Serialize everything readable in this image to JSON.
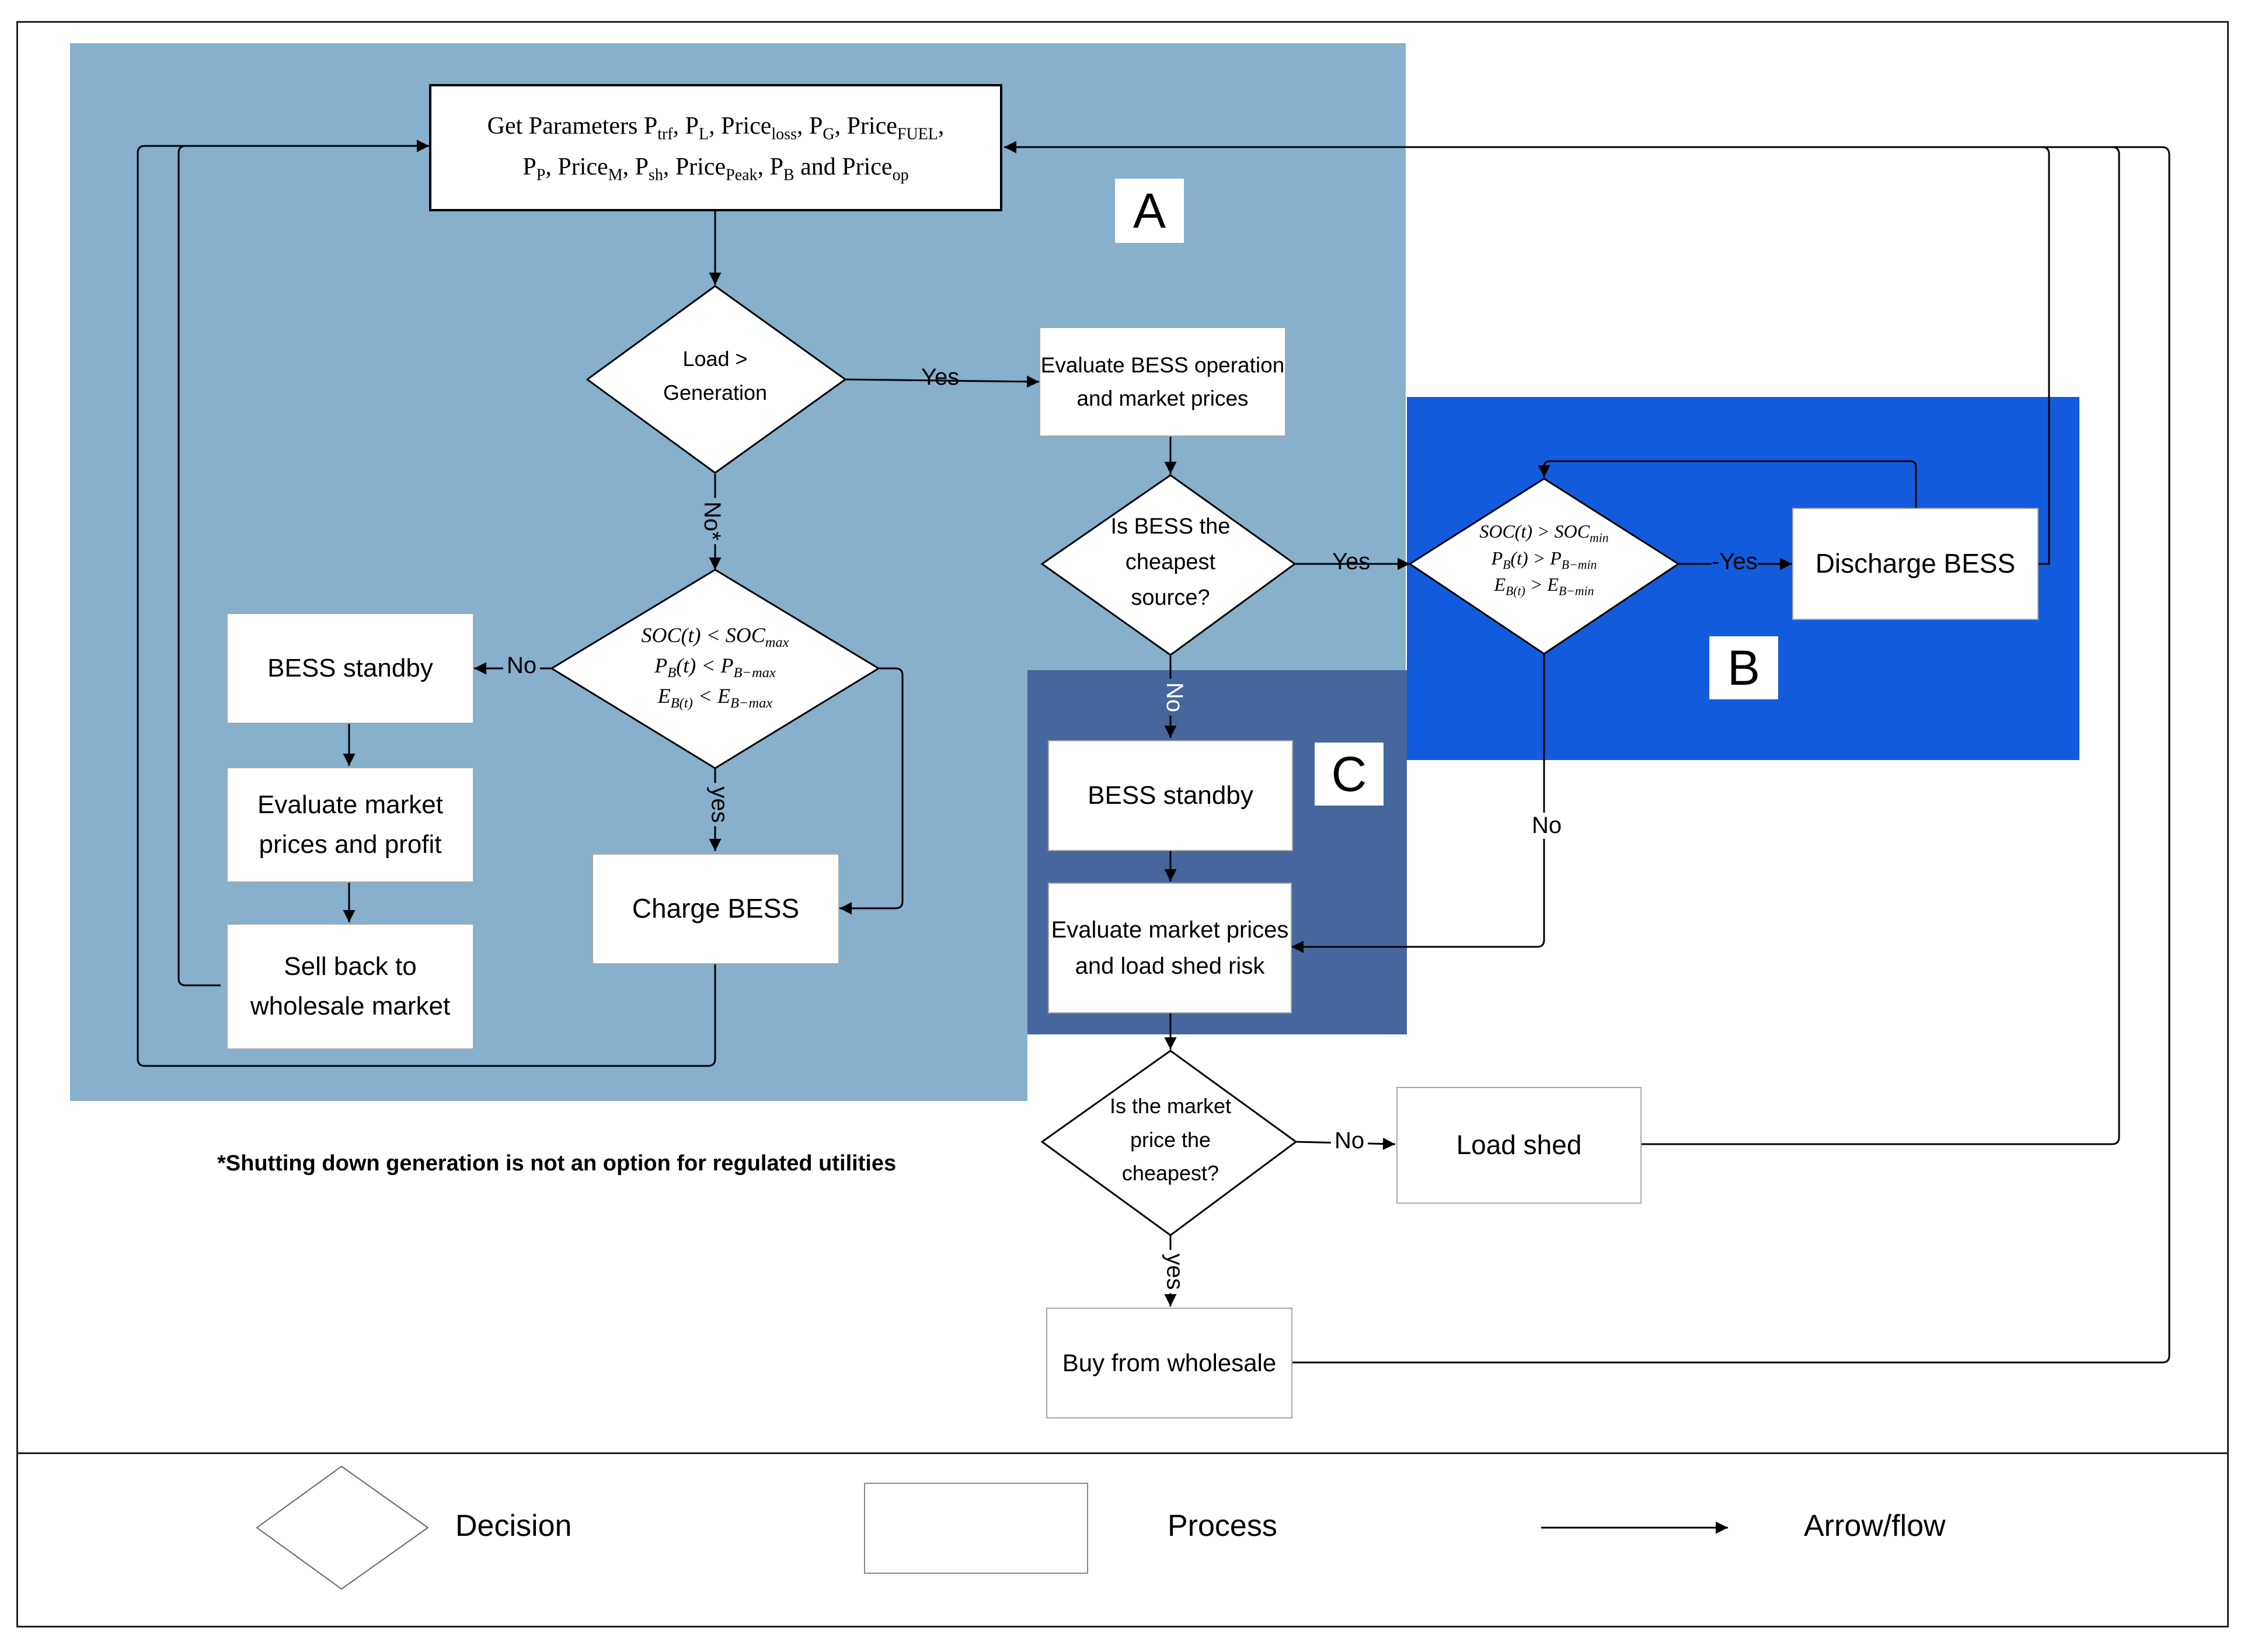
{
  "nodes": {
    "params": {
      "prefix": "Get Parameters",
      "line1": [
        [
          "P",
          "trf"
        ],
        [
          "P",
          "L"
        ],
        [
          "Price",
          "loss"
        ],
        [
          "P",
          "G"
        ],
        [
          "Price",
          "FUEL"
        ]
      ],
      "line2": [
        [
          "P",
          "P"
        ],
        [
          "Price",
          "M"
        ],
        [
          "P",
          "sh"
        ],
        [
          "Price",
          "Peak"
        ],
        [
          "P",
          "B"
        ]
      ],
      "and_word": "and",
      "last": [
        "Price",
        "op"
      ]
    },
    "load_gen": {
      "line1": "Load >",
      "line2": "Generation"
    },
    "evaluate_bess": {
      "line1": "Evaluate BESS operation",
      "line2": "and market prices"
    },
    "bess_cheapest": {
      "line1": "Is BESS the",
      "line2": "cheapest",
      "line3": "source?"
    },
    "discharge_check": {
      "c1": "SOC(t) > SOC",
      "c1s": "min",
      "c2": "P",
      "c2a": "B",
      "c2b": "(t) > P",
      "c2s": "B−min",
      "c3": "E",
      "c3a": "B(t)",
      "c3b": " > E",
      "c3s": "B−min"
    },
    "discharge": "Discharge BESS",
    "charge_check": {
      "c1": "SOC(t) < SOC",
      "c1s": "max",
      "c2": "P",
      "c2a": "B",
      "c2b": "(t) < P",
      "c2s": "B−max",
      "c3": "E",
      "c3a": "B(t)",
      "c3b": " < E",
      "c3s": "B−max"
    },
    "bess_standby_left": "BESS standby",
    "evaluate_profit": {
      "line1": "Evaluate market",
      "line2": "prices and profit"
    },
    "sell_back": {
      "line1": "Sell back to",
      "line2": "wholesale market"
    },
    "charge": "Charge BESS",
    "bess_standby_c": "BESS standby",
    "eval_load_shed": {
      "line1": "Evaluate market prices",
      "line2": "and load shed risk"
    },
    "market_cheapest": {
      "line1": "Is the market",
      "line2": "price the",
      "line3": "cheapest?"
    },
    "load_shed": "Load shed",
    "buy_wholesale": "Buy from wholesale"
  },
  "edge_labels": {
    "yes1": "Yes",
    "yes2": "Yes",
    "yes3": "-Yes",
    "no_star": "No*",
    "no_left": "No",
    "no_c": "No",
    "no_b": "No",
    "no_shed": "No",
    "yes_charge": "yes",
    "yes_buy": "yes"
  },
  "regions": {
    "a": {
      "label": "A",
      "color": "#86b0cc"
    },
    "b": {
      "label": "B",
      "color": "#125bdd"
    },
    "c": {
      "label": "C",
      "color": "#45679d"
    }
  },
  "note": "*Shutting down generation is not an option for regulated utilities",
  "legend": {
    "decision": "Decision",
    "process": "Process",
    "arrow": "Arrow/flow"
  }
}
